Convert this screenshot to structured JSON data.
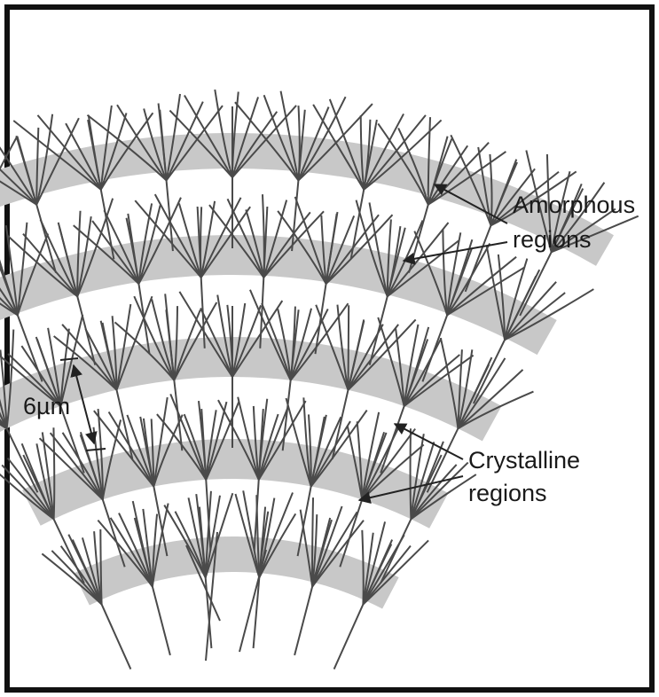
{
  "labels": {
    "amorphous_line1": "Amorphous",
    "amorphous_line2": "regions",
    "crystalline_line1": "Crystalline",
    "crystalline_line2": "regions",
    "scale": "6µm"
  },
  "colors": {
    "frame": "#111111",
    "band": "#c8c8c8",
    "strand": "#4a4a4a",
    "arrow": "#222222",
    "text": "#1a1a1a"
  }
}
